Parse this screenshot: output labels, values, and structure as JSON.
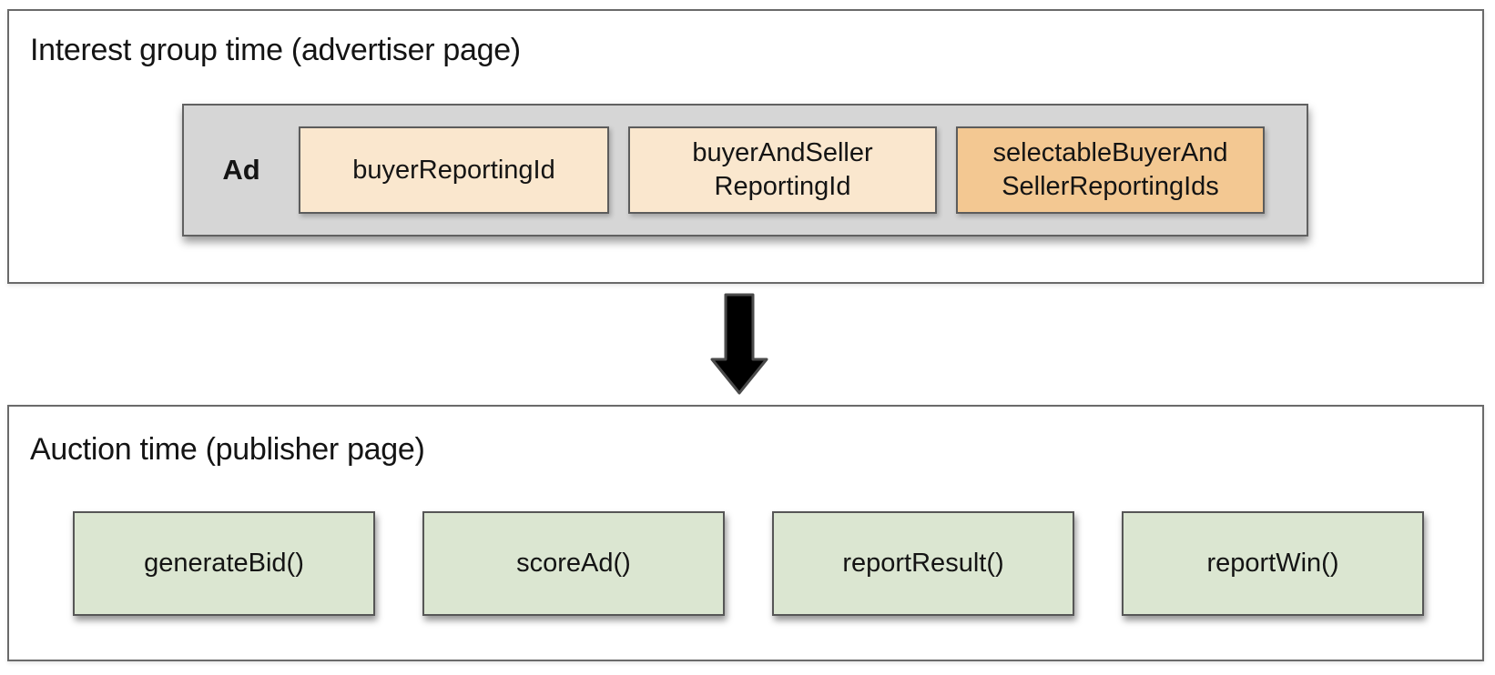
{
  "colors": {
    "section_border": "#6a6a6a",
    "ad_container_bg": "#d6d6d6",
    "ad_container_border": "#616161",
    "field_bg": "#fae7ce",
    "field_border": "#5c5c5c",
    "field_highlight_bg": "#f3c892",
    "function_bg": "#dbe6d1",
    "function_border": "#565656",
    "arrow_fill": "#000000",
    "arrow_outline": "#4a4a4a",
    "text": "#141414"
  },
  "interest_group_section": {
    "title": "Interest group time (advertiser page)",
    "ad": {
      "label": "Ad",
      "fields": [
        {
          "lines": [
            "buyerReportingId"
          ],
          "highlighted": false
        },
        {
          "lines": [
            "buyerAndSeller",
            "ReportingId"
          ],
          "highlighted": false
        },
        {
          "lines": [
            "selectableBuyerAnd",
            "SellerReportingIds"
          ],
          "highlighted": true
        }
      ]
    }
  },
  "arrow": {
    "direction": "down"
  },
  "auction_section": {
    "title": "Auction time (publisher page)",
    "functions": [
      {
        "label": "generateBid()"
      },
      {
        "label": "scoreAd()"
      },
      {
        "label": "reportResult()"
      },
      {
        "label": "reportWin()"
      }
    ]
  }
}
